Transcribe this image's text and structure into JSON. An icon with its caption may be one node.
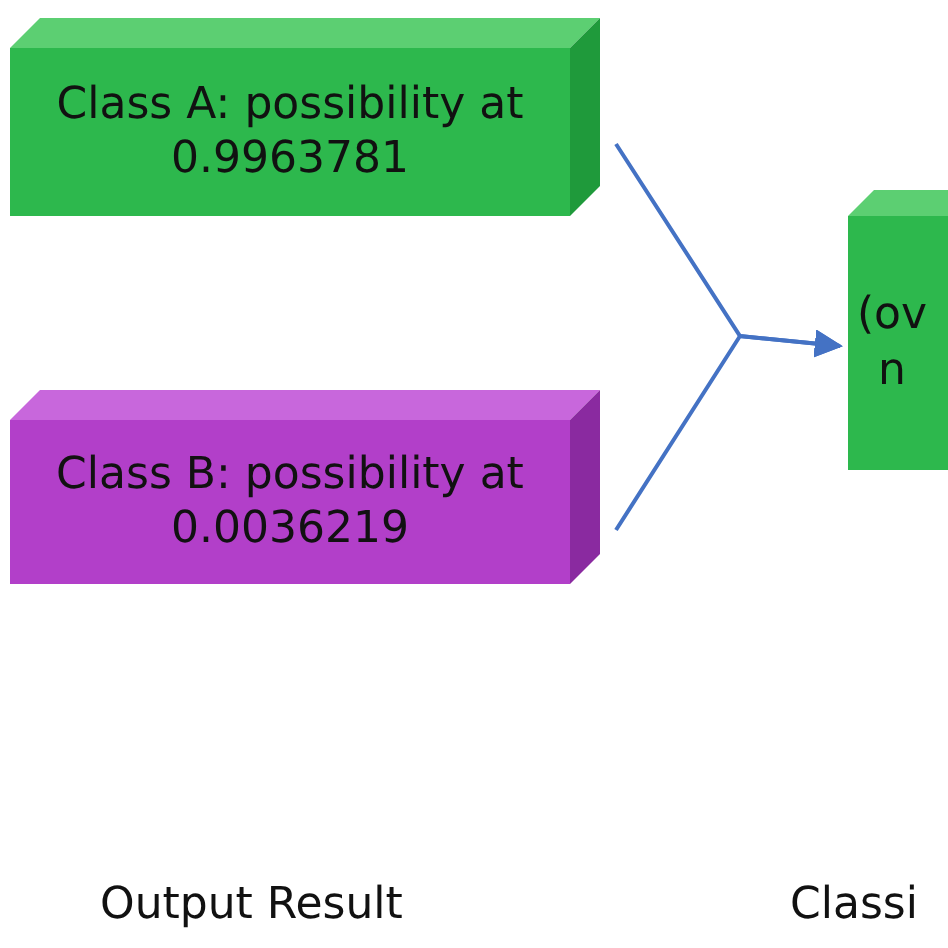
{
  "diagram": {
    "nodes": [
      {
        "text": [
          "Class A: possibility at 0.9963781"
        ]
      },
      {
        "text": [
          "Class B: possibility at 0.0036219"
        ]
      },
      {
        "text": [
          "(ov n"
        ]
      }
    ],
    "edges": [
      {
        "from": 0,
        "to": 2,
        "arrow": "to"
      },
      {
        "from": 1,
        "to": 2,
        "arrow": "to"
      }
    ],
    "labels": [
      "Output Result",
      "Classi"
    ]
  }
}
